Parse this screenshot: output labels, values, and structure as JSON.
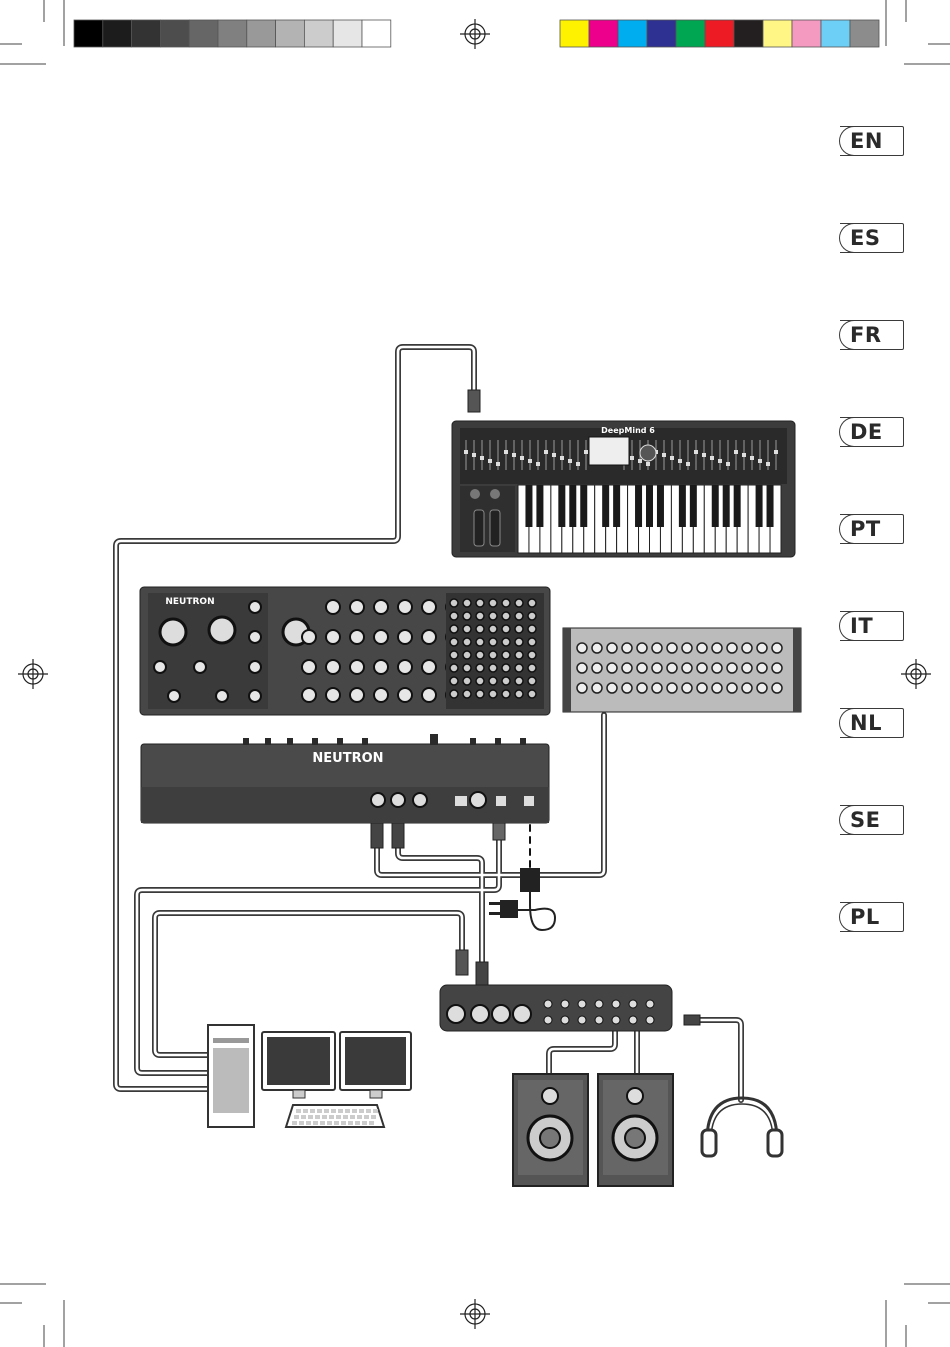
{
  "color_bar_left": [
    "#000000",
    "#1c1c1c",
    "#333333",
    "#4d4d4d",
    "#666666",
    "#808080",
    "#999999",
    "#b3b3b3",
    "#cccccc",
    "#e6e6e6",
    "#ffffff"
  ],
  "color_bar_right": [
    "#fff200",
    "#ec008c",
    "#00aeef",
    "#2e3192",
    "#00a651",
    "#ed1c24",
    "#231f20",
    "#fff685",
    "#f49ac1",
    "#6dcff6",
    "#8c8c8c"
  ],
  "languages": [
    "EN",
    "ES",
    "FR",
    "DE",
    "PT",
    "IT",
    "NL",
    "SE",
    "PL"
  ],
  "devices": {
    "keyboard_synth": {
      "brand": "DeepMind 6"
    },
    "neutron_front": {
      "brand": "NEUTRON"
    },
    "neutron_back": {
      "brand": "NEUTRON"
    }
  },
  "colors": {
    "line": "#3a3a3a",
    "panel": "#4a4a4a",
    "panel_dark": "#2e2e2e",
    "cable_fill": "#ffffff"
  }
}
